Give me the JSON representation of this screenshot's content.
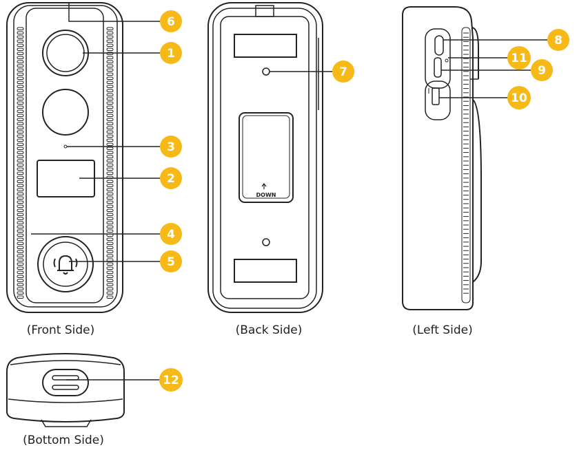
{
  "captions": {
    "front": "(Front Side)",
    "back": "(Back Side)",
    "left": "(Left Side)",
    "bottom": "(Bottom Side)"
  },
  "back_label": "DOWN",
  "callouts": [
    {
      "id": "1",
      "label": "1"
    },
    {
      "id": "2",
      "label": "2"
    },
    {
      "id": "3",
      "label": "3"
    },
    {
      "id": "4",
      "label": "4"
    },
    {
      "id": "5",
      "label": "5"
    },
    {
      "id": "6",
      "label": "6"
    },
    {
      "id": "7",
      "label": "7"
    },
    {
      "id": "8",
      "label": "8"
    },
    {
      "id": "9",
      "label": "9"
    },
    {
      "id": "10",
      "label": "10"
    },
    {
      "id": "11",
      "label": "11"
    },
    {
      "id": "12",
      "label": "12"
    }
  ],
  "icons": {
    "doorbell_button": "bell-icon",
    "up_arrow": "arrow-up-icon"
  },
  "colors": {
    "callout": "#f7b917",
    "outline": "#222222"
  }
}
